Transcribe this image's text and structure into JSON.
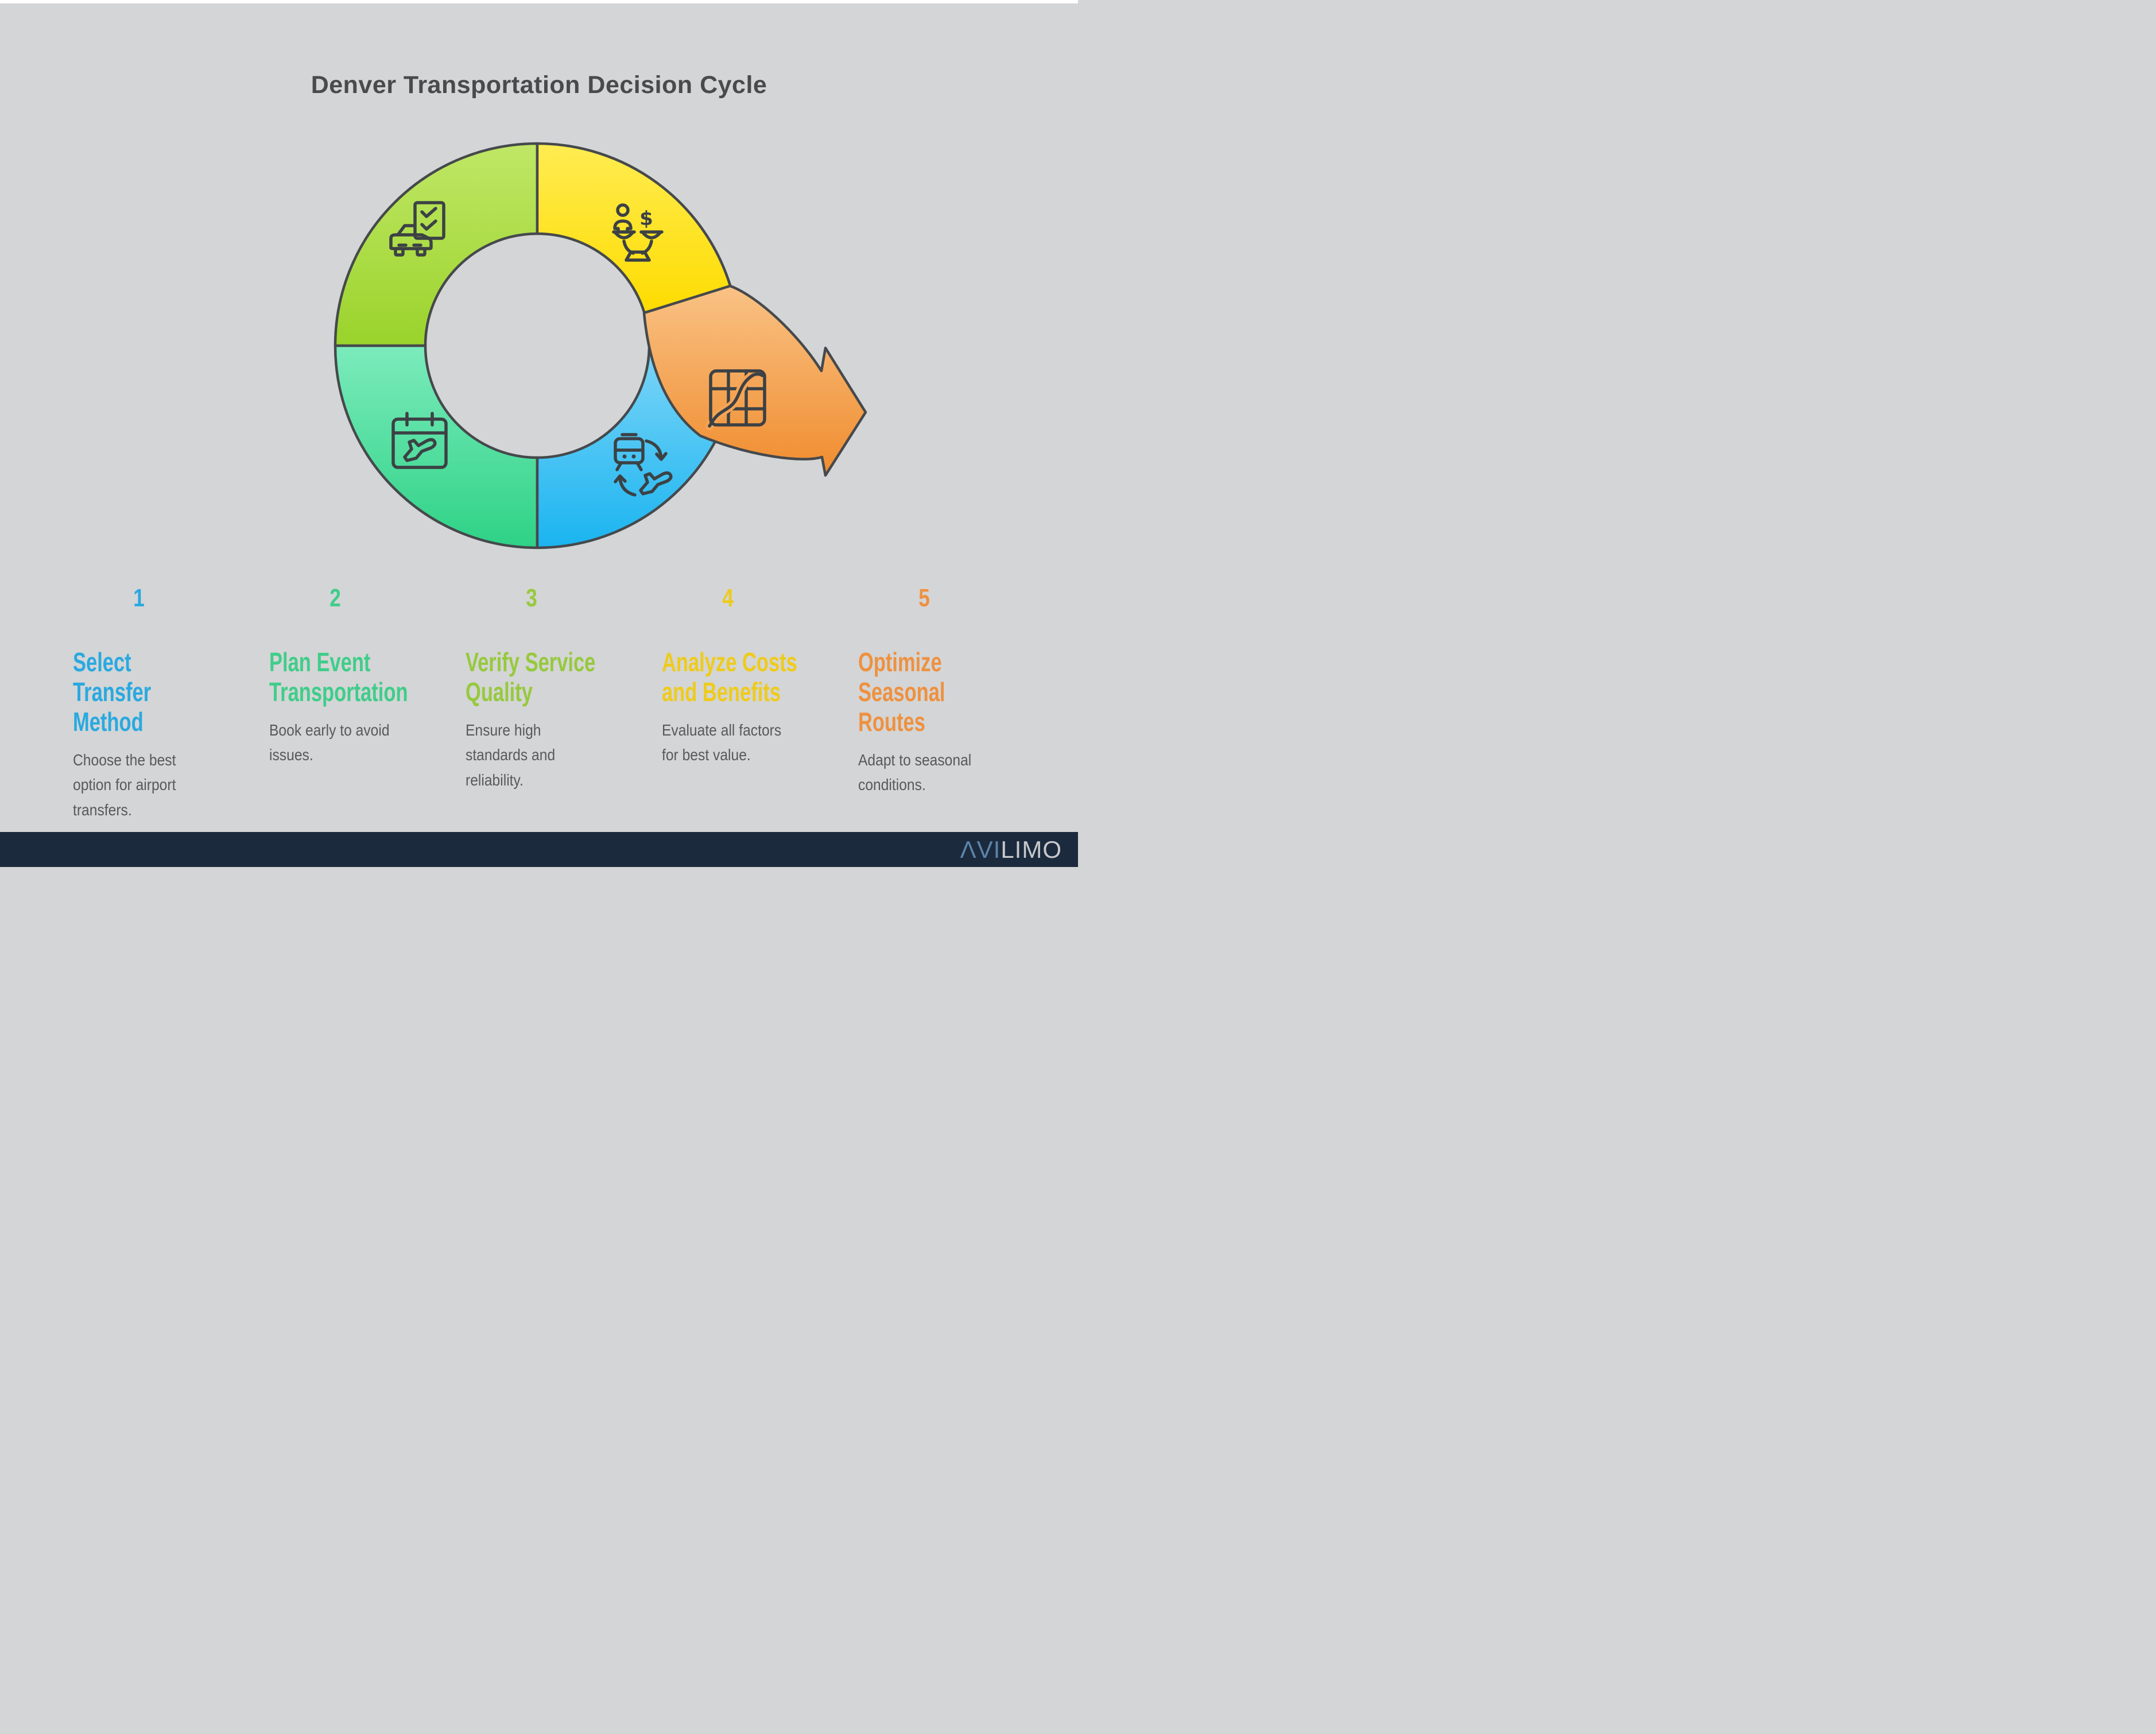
{
  "title": "Denver Transportation Decision Cycle",
  "diagram": {
    "outline_color": "#45494c",
    "icon_stroke_color": "#3c4144",
    "dollar_sign": "$",
    "segments": [
      {
        "position": "top-left",
        "icon": "car-checklist-icon",
        "gradient": [
          "#c0e766",
          "#9ad32b"
        ],
        "step": "3"
      },
      {
        "position": "top-right",
        "icon": "balance-scale-icon",
        "gradient": [
          "#ffec52",
          "#fedc00"
        ],
        "step": "4"
      },
      {
        "position": "bottom-left",
        "icon": "calendar-plane-icon",
        "gradient": [
          "#7cebbc",
          "#2ed286"
        ],
        "step": "2"
      },
      {
        "position": "bottom-right",
        "icon": "train-plane-swap-icon",
        "gradient": [
          "#7ed6f8",
          "#1ab4f0"
        ],
        "step": "1"
      },
      {
        "position": "arrow-right",
        "icon": "map-route-icon",
        "gradient": [
          "#f9c285",
          "#f08c2e"
        ],
        "step": "5"
      }
    ]
  },
  "steps": [
    {
      "number": "1",
      "accent": "#29a9e0",
      "title": "Select Transfer Method",
      "title_lines": [
        "Select",
        "Transfer",
        "Method"
      ],
      "description": "Choose the best option for airport transfers.",
      "description_lines": [
        "Choose the best",
        "option for airport",
        "transfers."
      ]
    },
    {
      "number": "2",
      "accent": "#3fcd8a",
      "title": "Plan Event Transportation",
      "title_lines": [
        "Plan Event",
        "Transportation"
      ],
      "description": "Book early to avoid issues.",
      "description_lines": [
        "Book early to avoid",
        "issues."
      ]
    },
    {
      "number": "3",
      "accent": "#96c93d",
      "title": "Verify Service Quality",
      "title_lines": [
        "Verify Service",
        "Quality"
      ],
      "description": "Ensure high standards and reliability.",
      "description_lines": [
        "Ensure high",
        "standards and",
        "reliability."
      ]
    },
    {
      "number": "4",
      "accent": "#eecb1b",
      "title": "Analyze Costs and Benefits",
      "title_lines": [
        "Analyze Costs",
        "and Benefits"
      ],
      "description": "Evaluate all factors for best value.",
      "description_lines": [
        "Evaluate all factors",
        "for best value."
      ]
    },
    {
      "number": "5",
      "accent": "#ee9140",
      "title": "Optimize Seasonal Routes",
      "title_lines": [
        "Optimize",
        "Seasonal",
        "Routes"
      ],
      "description": "Adapt to seasonal conditions.",
      "description_lines": [
        "Adapt to seasonal",
        "conditions."
      ]
    }
  ],
  "footer": {
    "brand_name": "AVILIMO",
    "logo_text_blue": "ΛVI",
    "logo_text_gray": "LIMO",
    "bar_color": "#1c2a3e"
  }
}
